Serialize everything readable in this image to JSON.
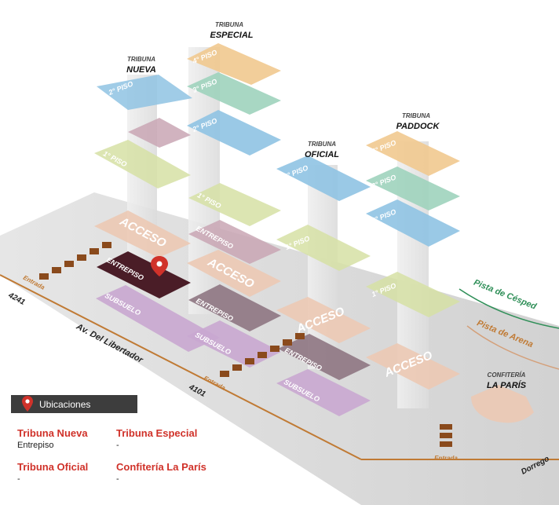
{
  "stands": {
    "nueva": {
      "header": "TRIBUNA",
      "name": "NUEVA",
      "levels": [
        "2° PISO",
        "1° PISO",
        "ACCESO",
        "ENTREPISO",
        "SUBSUELO"
      ]
    },
    "especial": {
      "header": "TRIBUNA",
      "name": "ESPECIAL",
      "levels": [
        "4° PISO",
        "3° PISO",
        "2° PISO",
        "1° PISO",
        "ENTREPISO",
        "ACCESO",
        "ENTREPISO",
        "SUBSUELO"
      ]
    },
    "oficial": {
      "header": "TRIBUNA",
      "name": "OFICIAL",
      "levels": [
        "2° PISO",
        "1° PISO",
        "ACCESO",
        "ENTREPISO",
        "SUBSUELO"
      ]
    },
    "paddock": {
      "header": "TRIBUNA",
      "name": "PADDOCK",
      "levels": [
        "4° PISO",
        "3° PISO",
        "2° PISO",
        "1° PISO",
        "ACCESO"
      ]
    }
  },
  "confiteria": {
    "header": "CONFITERÍA",
    "name": "LA PARÍS"
  },
  "tracks": {
    "cesped": "Pista de Césped",
    "arena": "Pista de Arena"
  },
  "streets": {
    "avenue": "Av. Del Libertador",
    "dorrego": "Dorrego",
    "num_4241": "4241",
    "num_4101": "4101"
  },
  "entrances": [
    "Entrada",
    "Entrada",
    "Entrada"
  ],
  "legend": {
    "title": "Ubicaciones"
  },
  "locations": [
    {
      "title": "Tribuna Nueva",
      "value": "Entrepiso"
    },
    {
      "title": "Tribuna Especial",
      "value": "-"
    },
    {
      "title": "Tribuna Oficial",
      "value": "-"
    },
    {
      "title": "Confitería La París",
      "value": "-"
    }
  ],
  "colors": {
    "floor4": "#f1c98f",
    "floor3": "#9fd3bc",
    "floor2": "#8fc3e3",
    "floor1": "#d6e0a4",
    "acceso": "#ecc9b4",
    "entrepiso": "#c9a6b4",
    "subsuelo": "#c9a7d0",
    "selected": "#4a1d27",
    "accent": "#d0322a",
    "street": "#c07a34",
    "cesped": "#2f8f58"
  }
}
